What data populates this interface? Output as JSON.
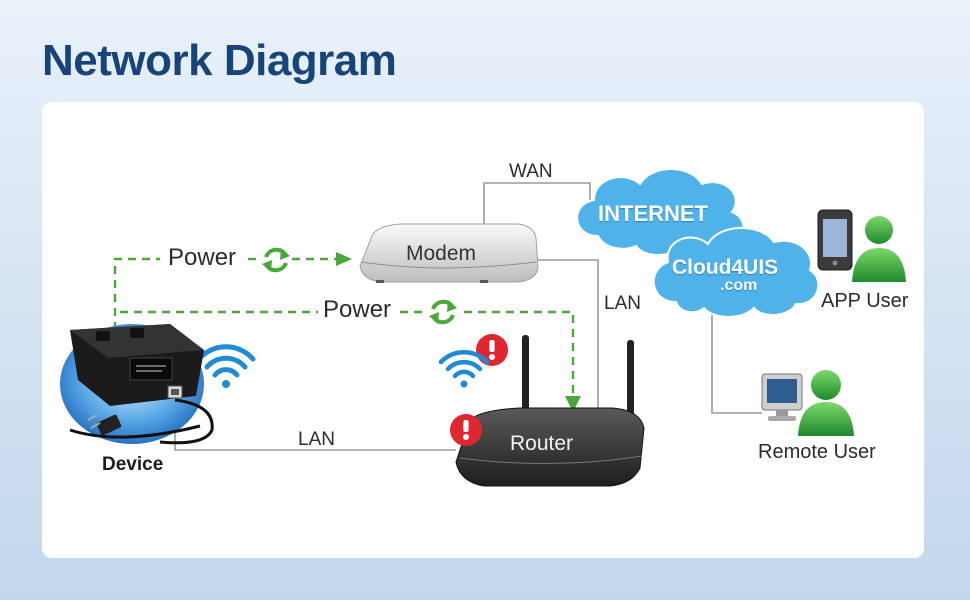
{
  "title": "Network Diagram",
  "labels": {
    "power_top": "Power",
    "power_mid": "Power",
    "modem": "Modem",
    "router": "Router",
    "wan": "WAN",
    "lan_modem_router": "LAN",
    "lan_device_router": "LAN",
    "internet": "INTERNET",
    "cloud_brand": "Cloud4UIS",
    "cloud_domain": ".com",
    "app_user": "APP User",
    "remote_user": "Remote User",
    "device": "Device"
  },
  "colors": {
    "title": "#17457a",
    "power_line": "#4aa83a",
    "cloud": "#4fb3ea",
    "alert": "#e0262e",
    "wifi": "#1f8ad6",
    "user_icon": "#3faa3a"
  },
  "icons": [
    "refresh-icon",
    "refresh-icon",
    "wifi-icon",
    "wifi-icon",
    "alert-icon",
    "alert-icon",
    "phone-icon",
    "monitor-icon",
    "user-icon",
    "user-icon"
  ]
}
